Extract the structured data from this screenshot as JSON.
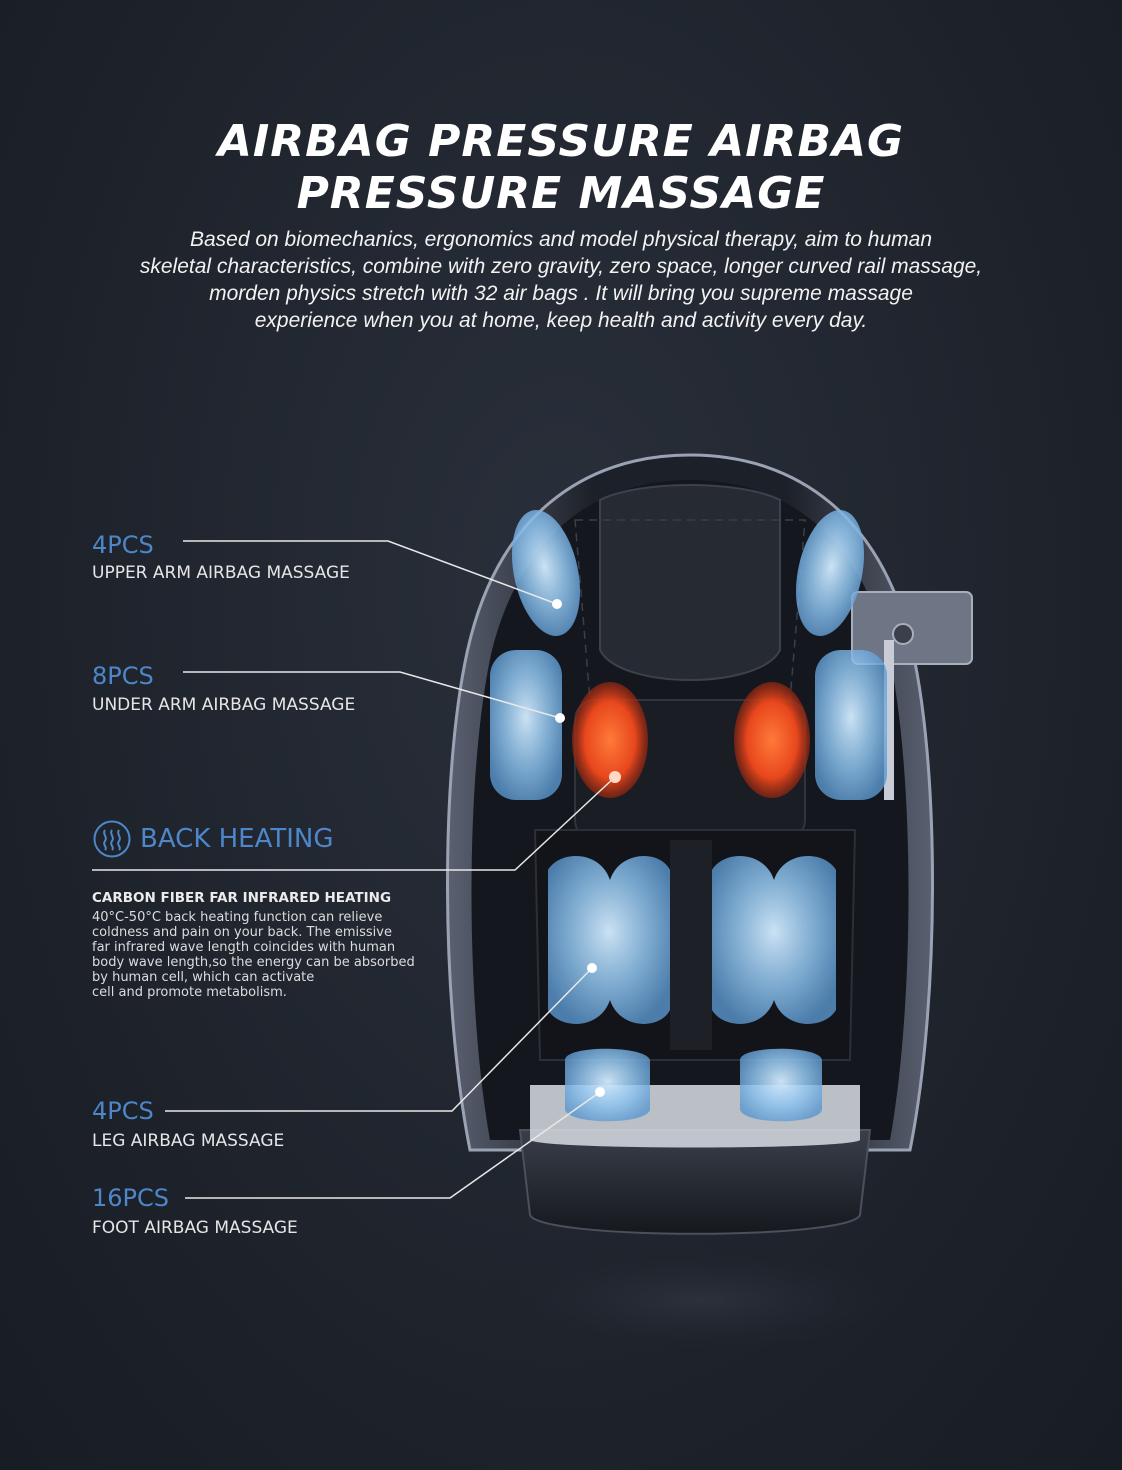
{
  "headline": [
    "AIRBAG PRESSURE AIRBAG",
    "PRESSURE MASSAGE"
  ],
  "intro": [
    "Based on biomechanics, ergonomics and model physical therapy, aim to human",
    "skeletal characteristics, combine with zero gravity, zero space, longer curved rail massage,",
    "morden physics stretch with 32 air bags . It will bring you supreme massage",
    "experience when you at home, keep health and activity every day."
  ],
  "callouts": {
    "upper_arm": {
      "count": "4PCS",
      "label": "UPPER ARM AIRBAG MASSAGE"
    },
    "under_arm": {
      "count": "8PCS",
      "label": "UNDER ARM AIRBAG MASSAGE"
    },
    "leg": {
      "count": "4PCS",
      "label": "LEG AIRBAG MASSAGE"
    },
    "foot": {
      "count": "16PCS",
      "label": "FOOT AIRBAG MASSAGE"
    }
  },
  "back_heating": {
    "title": "BACK HEATING",
    "icon": "heat-waves-icon",
    "subtitle": "CARBON FIBER FAR INFRARED HEATING",
    "description": [
      "40°C-50°C back heating function can relieve",
      "coldness and pain on your back. The emissive",
      "far infrared wave length coincides with human",
      "body wave length,so the energy can be absorbed",
      "by human cell, which can activate",
      "cell and promote metabolism."
    ]
  },
  "colors": {
    "accent": "#4d87c9",
    "airbag": "#8fc4ef",
    "heating": "#e8471c"
  }
}
